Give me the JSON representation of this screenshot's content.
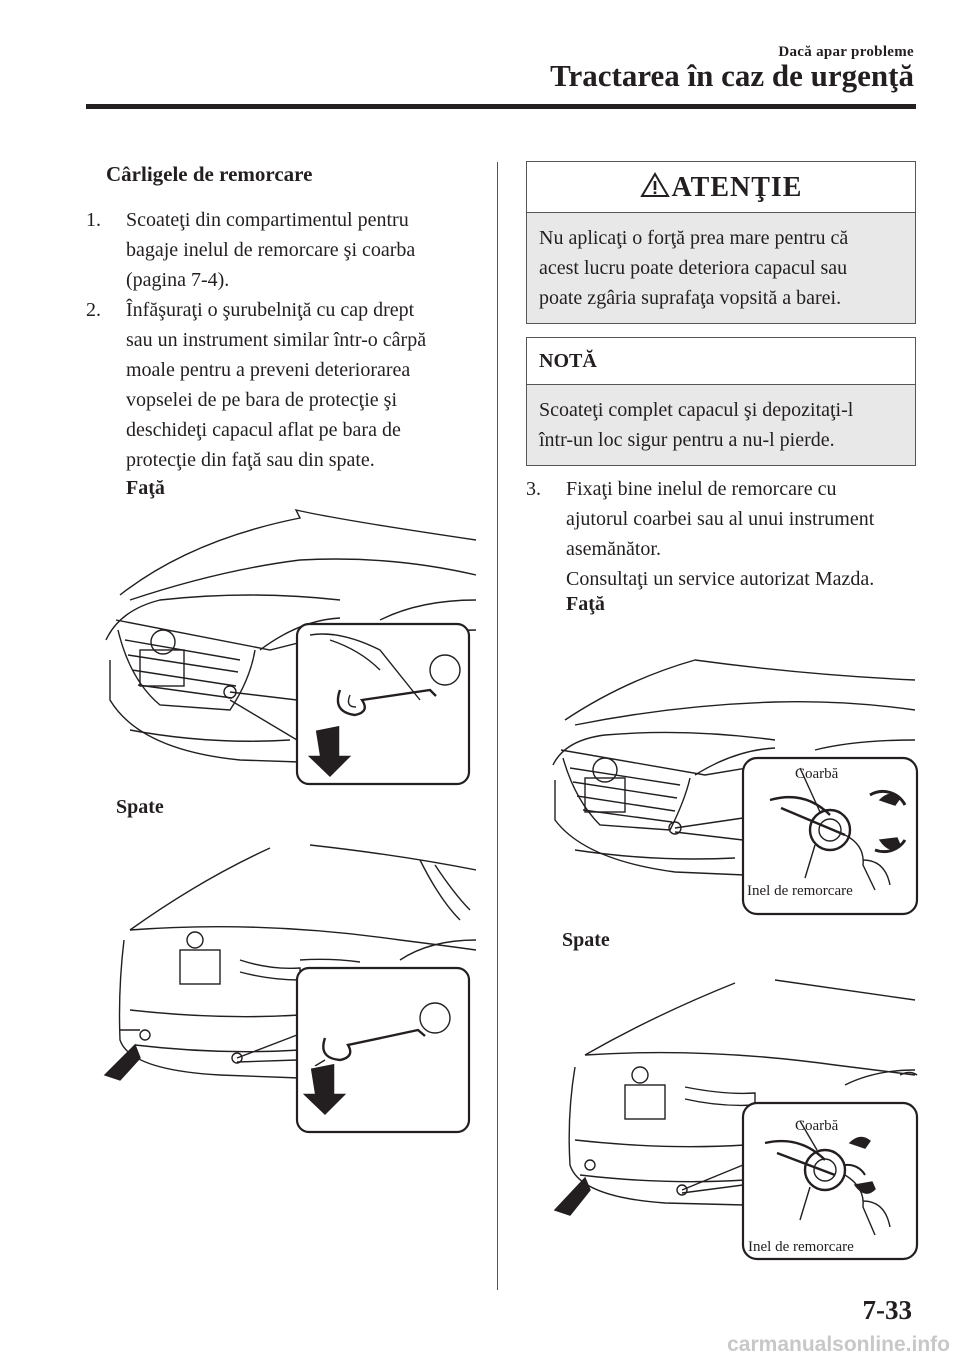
{
  "header": {
    "section": "Dacă apar probleme",
    "title": "Tractarea în caz de urgenţă"
  },
  "left": {
    "section_title": "Cârligele de remorcare",
    "step1": {
      "num": "1.",
      "lines": [
        "Scoateţi din compartimentul pentru",
        "bagaje inelul de remorcare şi coarba",
        "(pagina 7-4)."
      ]
    },
    "step2": {
      "num": "2.",
      "lines": [
        "Înfăşuraţi o şurubelniţă cu cap drept",
        "sau un instrument similar într-o cârpă",
        "moale pentru a preveni deteriorarea",
        "vopselei de pe bara de protecţie şi",
        "deschideţi capacul aflat pe bara de",
        "protecţie din faţă sau din spate."
      ]
    },
    "label_front": "Faţă",
    "label_rear": "Spate"
  },
  "right": {
    "caution": {
      "title": "ATENŢIE",
      "lines": [
        "Nu aplicaţi o forţă prea mare pentru că",
        "acest lucru poate deteriora capacul sau",
        "poate zgâria suprafaţa vopsită a barei."
      ]
    },
    "note": {
      "title": "NOTĂ",
      "lines": [
        "Scoateţi complet capacul şi depozitaţi-l",
        "într-un loc sigur pentru a nu-l pierde."
      ]
    },
    "step3": {
      "num": "3.",
      "lines": [
        "Fixaţi bine inelul de remorcare cu",
        "ajutorul coarbei sau al unui instrument",
        "asemănător.",
        "Consultaţi un service autorizat Mazda."
      ]
    },
    "label_front": "Faţă",
    "label_rear": "Spate",
    "callout_wrench": "Coarbă",
    "callout_ring": "Inel de remorcare"
  },
  "footer": {
    "page_number": "7-33",
    "watermark": "carmanualsonline.info"
  }
}
